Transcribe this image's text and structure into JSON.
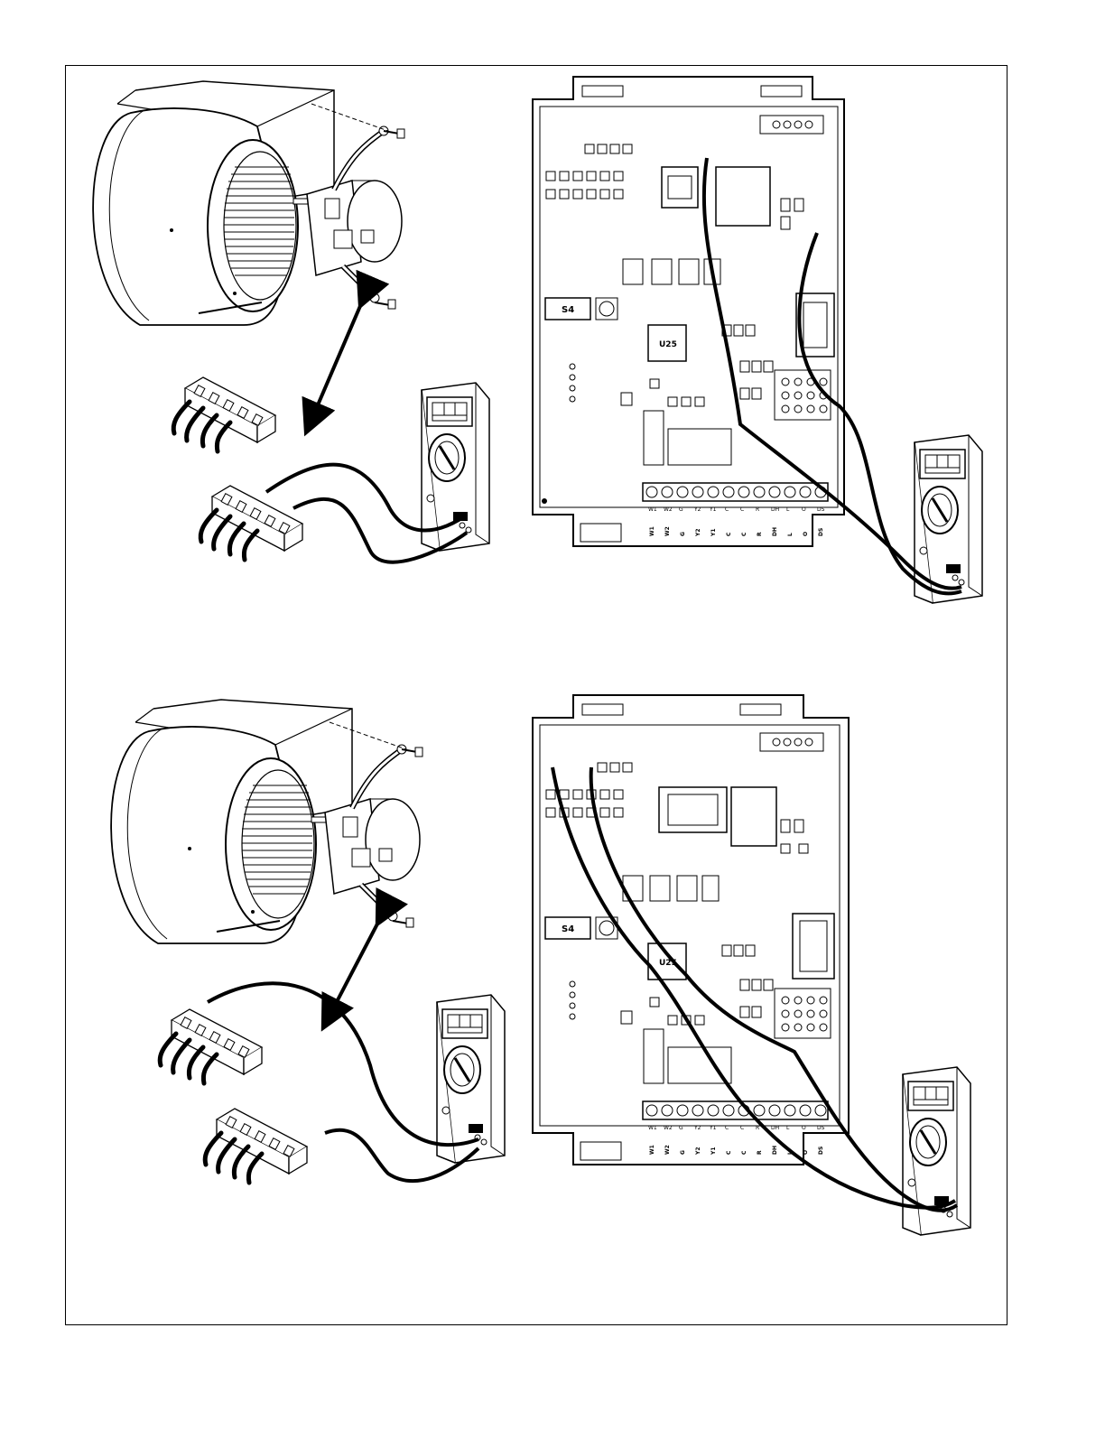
{
  "figures": [
    {
      "id": "top",
      "board_labels": {
        "switch": "S4",
        "chip": "U25"
      },
      "terminal_labels": [
        "W1",
        "W2",
        "G",
        "Y2",
        "Y1",
        "C",
        "C",
        "R",
        "DH",
        "L",
        "O",
        "DS"
      ]
    },
    {
      "id": "bottom",
      "board_labels": {
        "switch": "S4",
        "chip": "U25"
      },
      "terminal_labels": [
        "W1",
        "W2",
        "G",
        "Y2",
        "Y1",
        "C",
        "C",
        "R",
        "DH",
        "L",
        "O",
        "DS"
      ]
    }
  ]
}
